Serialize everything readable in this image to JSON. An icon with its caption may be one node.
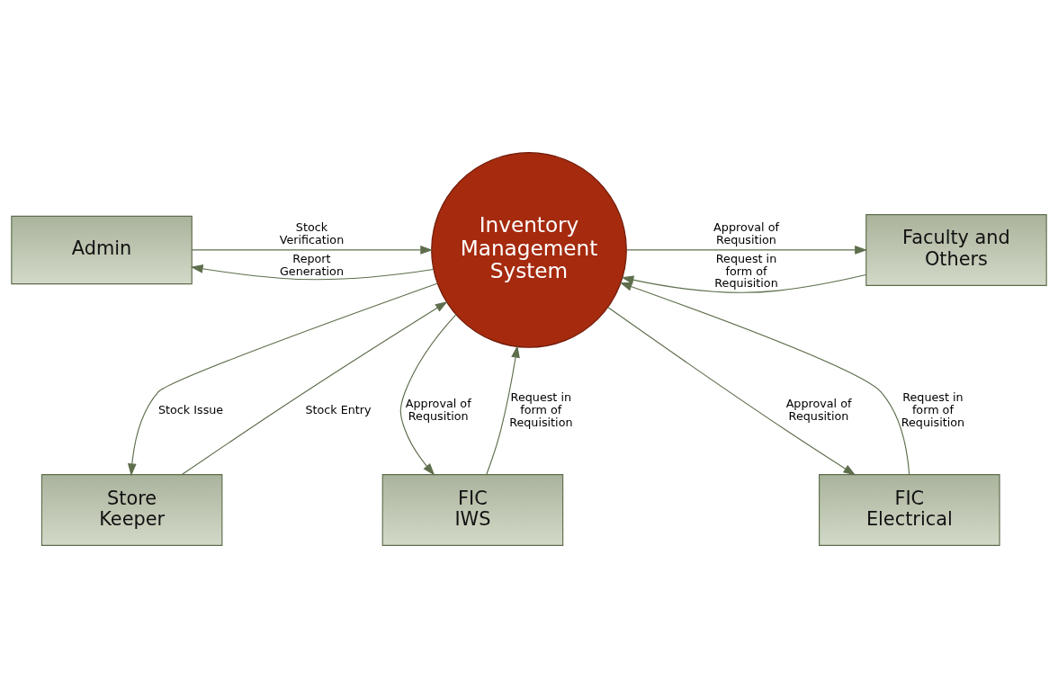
{
  "diagram": {
    "nodes": [
      {
        "text": [
          "Store Keeper"
        ]
      },
      {
        "text": [
          "Admin"
        ]
      },
      {
        "text": [
          "Faculty and Others"
        ]
      },
      {
        "text": [
          "Inventory Management System"
        ]
      },
      {
        "text": [
          "FIC IWS"
        ]
      },
      {
        "text": [
          "FIC Electrical"
        ]
      }
    ],
    "edges": [
      {
        "from": 0,
        "to": 3,
        "arrow": "to",
        "label": "Stock Entry"
      },
      {
        "from": 3,
        "to": 0,
        "arrow": "to",
        "label": "Stock Issue"
      },
      {
        "from": 1,
        "to": 3,
        "arrow": "to",
        "label": "Stock Verification"
      },
      {
        "from": 3,
        "to": 1,
        "arrow": "to",
        "label": "Report Generation"
      },
      {
        "from": 3,
        "to": 2,
        "arrow": "to",
        "label": "Approval of Requsition"
      },
      {
        "from": 2,
        "to": 3,
        "arrow": "to",
        "label": "Request in form of Requisition"
      },
      {
        "from": 4,
        "to": 3,
        "arrow": "to",
        "label": "Request in form of Requisition"
      },
      {
        "from": 3,
        "to": 4,
        "arrow": "to",
        "label": "Approval of Requsition"
      },
      {
        "from": 5,
        "to": 3,
        "arrow": "to",
        "label": "Request in form of Requisition"
      },
      {
        "from": 3,
        "to": 5,
        "arrow": "to",
        "label": "Approval of Requsition"
      }
    ]
  }
}
